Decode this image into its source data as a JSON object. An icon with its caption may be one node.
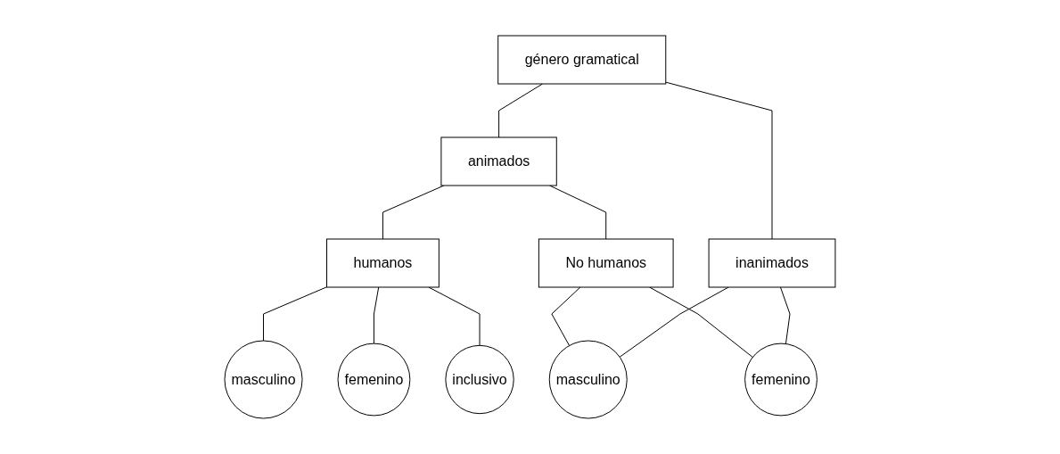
{
  "diagram": {
    "nodes": [
      {
        "text": [
          "género gramatical"
        ]
      },
      {
        "text": [
          "animados"
        ]
      },
      {
        "text": [
          "humanos"
        ]
      },
      {
        "text": [
          "No humanos"
        ]
      },
      {
        "text": [
          "inanimados"
        ]
      },
      {
        "text": [
          "masculino"
        ]
      },
      {
        "text": [
          "femenino"
        ]
      },
      {
        "text": [
          "inclusivo"
        ]
      },
      {
        "text": [
          "masculino"
        ]
      },
      {
        "text": [
          "femenino"
        ]
      }
    ],
    "edges": [
      {
        "from": 0,
        "to": 1,
        "arrow": "none"
      },
      {
        "from": 0,
        "to": 4,
        "arrow": "none"
      },
      {
        "from": 1,
        "to": 2,
        "arrow": "none"
      },
      {
        "from": 1,
        "to": 3,
        "arrow": "none"
      },
      {
        "from": 2,
        "to": 5,
        "arrow": "none"
      },
      {
        "from": 2,
        "to": 6,
        "arrow": "none"
      },
      {
        "from": 2,
        "to": 7,
        "arrow": "none"
      },
      {
        "from": 3,
        "to": 8,
        "arrow": "none"
      },
      {
        "from": 3,
        "to": 9,
        "arrow": "none"
      },
      {
        "from": 4,
        "to": 8,
        "arrow": "none"
      },
      {
        "from": 4,
        "to": 9,
        "arrow": "none"
      }
    ]
  }
}
